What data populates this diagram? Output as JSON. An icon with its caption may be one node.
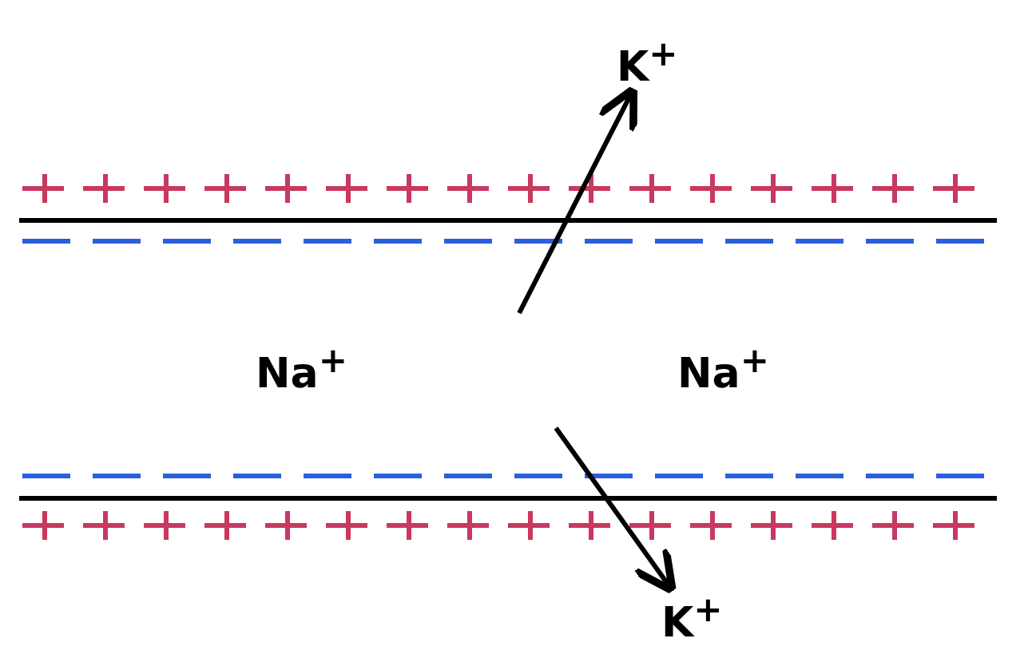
{
  "diagram": {
    "nodes": [
      {
        "text": [
          "K$^{+}$"
        ]
      },
      {
        "text": [
          "K$^{+}$"
        ]
      }
    ],
    "edges": [
      {
        "from": null,
        "to": 0,
        "arrow": "to"
      },
      {
        "from": null,
        "to": 1,
        "arrow": "to"
      }
    ],
    "labels": [
      "Na$^{+}$",
      "Na$^{+}$"
    ]
  }
}
